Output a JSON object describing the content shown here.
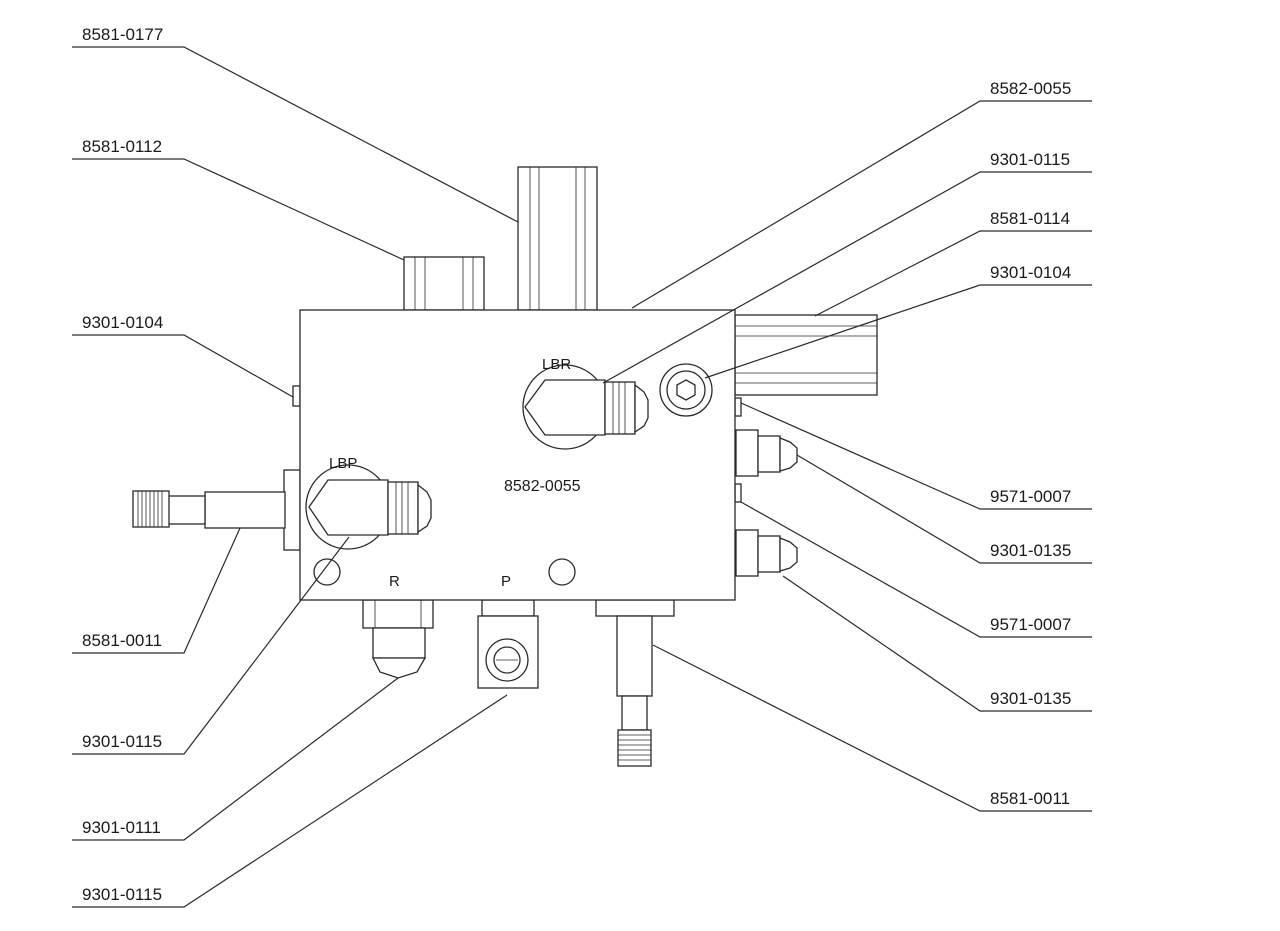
{
  "diagram": {
    "block_label": "8582-0055",
    "ports": {
      "lbr": "LBR",
      "lbp": "LBP",
      "r": "R",
      "p": "P"
    },
    "callouts": [
      {
        "label": "8581-0177"
      },
      {
        "label": "8581-0112"
      },
      {
        "label": "9301-0104"
      },
      {
        "label": "8581-0011"
      },
      {
        "label": "9301-0115"
      },
      {
        "label": "9301-0111"
      },
      {
        "label": "9301-0115"
      },
      {
        "label": "8582-0055"
      },
      {
        "label": "9301-0115"
      },
      {
        "label": "8581-0114"
      },
      {
        "label": "9301-0104"
      },
      {
        "label": "9571-0007"
      },
      {
        "label": "9301-0135"
      },
      {
        "label": "9571-0007"
      },
      {
        "label": "9301-0135"
      },
      {
        "label": "8581-0011"
      }
    ]
  }
}
